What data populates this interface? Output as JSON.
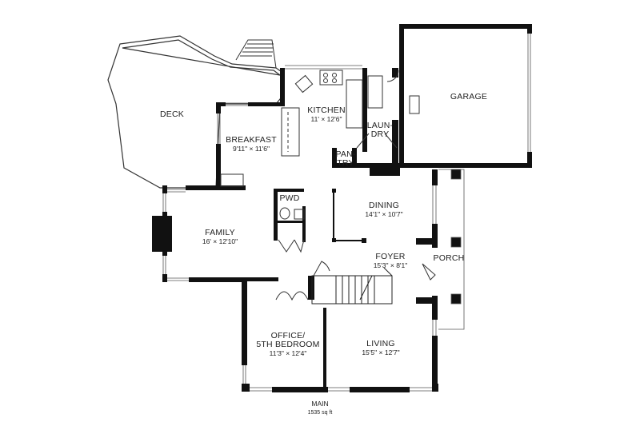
{
  "rooms": [
    {
      "name": "DECK",
      "dims": ""
    },
    {
      "name": "BREAKFAST",
      "dims": "9'11\" × 11'6\""
    },
    {
      "name": "KITCHEN",
      "dims": "11' × 12'6\""
    },
    {
      "name": "LAUN-",
      "dims": "DRY"
    },
    {
      "name": "PAN-",
      "dims": "TRY"
    },
    {
      "name": "GARAGE",
      "dims": ""
    },
    {
      "name": "PWD",
      "dims": ""
    },
    {
      "name": "DINING",
      "dims": "14'1\" × 10'7\""
    },
    {
      "name": "FAMILY",
      "dims": "16' × 12'10\""
    },
    {
      "name": "FOYER",
      "dims": "15'3\" × 8'1\""
    },
    {
      "name": "PORCH",
      "dims": ""
    },
    {
      "name": "OFFICE/",
      "dims": "5TH BEDROOM"
    },
    {
      "name": "LIVING",
      "dims": "15'5\" × 12'7\""
    }
  ],
  "office_dims": "11'3\" × 12'4\"",
  "footer": {
    "level": "MAIN",
    "area": "1535 sq ft"
  }
}
